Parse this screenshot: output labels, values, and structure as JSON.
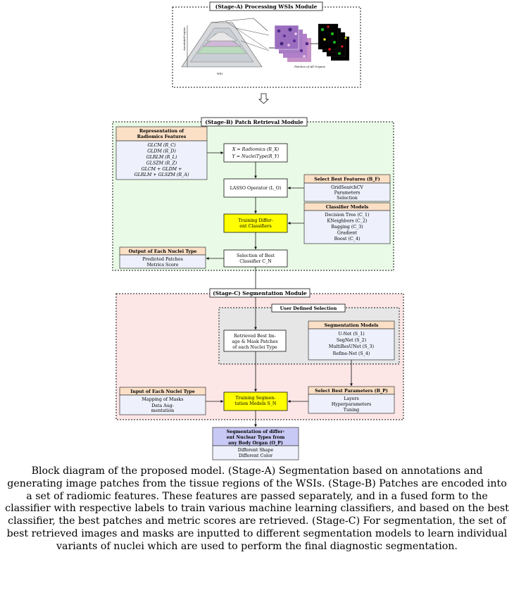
{
  "stage_a": {
    "title": "(Stage-A) Processing WSIs Module",
    "pyramid_axis_label": "Annotated region",
    "pyramid_bottom_label": "WSI",
    "patches_label": "Patches of All Organs"
  },
  "stage_b": {
    "title": "(Stage-B) Patch Retrieval Module",
    "radiomics": {
      "header_line1": "Representation of",
      "header_line2": "Radiomics Features",
      "items": [
        "GLCM (R_C)",
        "GLDM (R_D)",
        "GLRLM (R_L)",
        "GLSZM (R_Z)"
      ],
      "combo_line1": "GLCM + GLDM +",
      "combo_line2": "GLRLM + GLSZM (R_A)"
    },
    "xy_line1": "X = Radiomics (R_X)",
    "xy_line2": "Y = NucleiType(R_Y)",
    "lasso": "LASSO Operator (L_O)",
    "best_features": {
      "header": "Select Best Features (B_F)",
      "items": [
        "GridSearchCV",
        "Parameters",
        "Selection"
      ]
    },
    "classifier_models": {
      "header": "Classifier Models",
      "items": [
        "Decision Tree (C_1)",
        "KNeighbors (C_2)",
        "Bagging (C_3)",
        "Gradient",
        "Boost (C_4)"
      ]
    },
    "training_line1": "Training Differ-",
    "training_line2": "ent Classifiers",
    "selection_line1": "Selection of Best",
    "selection_line2": "Classifier C_N",
    "output": {
      "header": "Output of Each Nuclei Type",
      "items": [
        "Predicted Patches",
        "Metrics Score"
      ]
    }
  },
  "stage_c": {
    "title": "(Stage-C) Segmentation Module",
    "user_defined": "User Defined Selection",
    "retrieved": [
      "Retrieved Best Im-",
      "age & Mask Patches",
      "of each Nuclei Type"
    ],
    "seg_models": {
      "header": "Segmentation Models",
      "items": [
        "U-Net (S_1)",
        "SegNet (S_2)",
        "MultiResUNet (S_3)",
        "Refine-Net (S_4)"
      ]
    },
    "input": {
      "header": "Input of Each Nuclei Type",
      "items": [
        "Mapping of Masks",
        "Data Aug-",
        "mentation"
      ]
    },
    "training_line1": "Training Segmen-",
    "training_line2": "tation Models S_N",
    "best_params": {
      "header": "Select Best Parameters (B_P)",
      "items": [
        "Layers",
        "Hyperparameters",
        "Tuning"
      ]
    }
  },
  "final": {
    "header": [
      "Segmentation of differ-",
      "ent Nuclear Types from",
      "any Body Organ (O_P)"
    ],
    "items": [
      "Different Shape",
      "Different Color"
    ]
  },
  "caption": "Block diagram of the proposed model. (Stage-A) Segmentation based on annotations and generating image patches from the tissue regions of the WSIs. (Stage-B) Patches are encoded into a set of radiomic features. These features are passed separately, and in a fused form to the classifier with respective labels to train various machine learning classifiers, and based on the best classifier, the best patches and metric scores are retrieved. (Stage-C) For segmentation, the set of best retrieved images and masks are inputted to different segmentation models to learn individual variants of nuclei which are used to perform the final diagnostic segmentation.",
  "colors": {
    "stage_b_bg": "#e9fbe6",
    "stage_c_bg": "#fde6e6",
    "user_defined_bg": "#e6e6e6",
    "header_orange": "#fbe0c6",
    "body_lavender": "#eef0fb",
    "highlight_yellow": "#ffff00",
    "final_header": "#c9c9f5"
  }
}
